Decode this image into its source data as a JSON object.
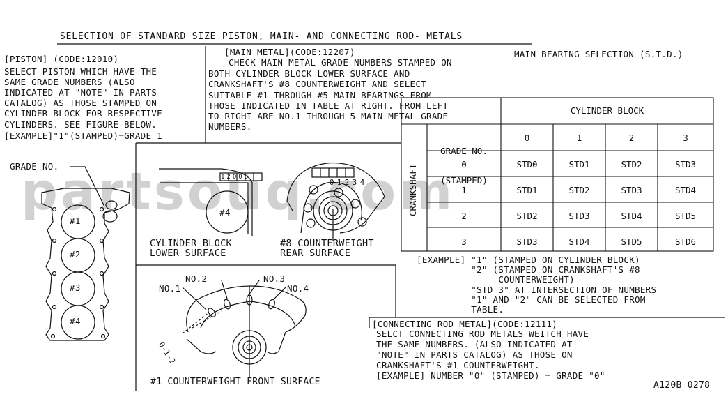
{
  "title": "SELECTION OF STANDARD SIZE PISTON, MAIN- AND CONNECTING ROD- METALS",
  "piston": {
    "heading": "[PISTON] (CODE:12010)",
    "lines": [
      "SELECT PISTON WHICH HAVE THE",
      "SAME GRADE NUMBERS (ALSO",
      "INDICATED AT \"NOTE\" IN PARTS",
      "CATALOG) AS THOSE STAMPED ON",
      "CYLINDER BLOCK FOR RESPECTIVE",
      "CYLINDERS. SEE FIGURE BELOW.",
      "[EXAMPLE]\"1\"(STAMPED)=GRADE 1"
    ],
    "grade_label": "GRADE NO.",
    "cyl_labels": [
      "#1",
      "#2",
      "#3",
      "#4"
    ]
  },
  "main_metal": {
    "heading": "[MAIN METAL](CODE:12207)",
    "lines": [
      "CHECK MAIN METAL GRADE NUMBERS STAMPED ON",
      "BOTH CYLINDER BLOCK LOWER SURFACE AND",
      "CRANKSHAFT'S #8 COUNTERWEIGHT AND SELECT",
      "SUITABLE #1 THROUGH #5 MAIN BEARINGS FROM",
      "THOSE INDICATED IN TABLE AT RIGHT. FROM LEFT",
      "TO RIGHT ARE NO.1 THROUGH 5 MAIN METAL GRADE",
      "NUMBERS."
    ]
  },
  "figures": {
    "stamp_block": "12008",
    "stamp_counterweight": [
      "0",
      "1",
      "2",
      "3",
      "4"
    ],
    "block_circle": "#4",
    "block_caption": [
      "CYLINDER BLOCK",
      "LOWER SURFACE"
    ],
    "cw8_caption": [
      "#8 COUNTERWEIGHT",
      "REAR SURFACE"
    ],
    "cw1_caption": "#1 COUNTERWEIGHT FRONT SURFACE",
    "no_labels": [
      "NO.1",
      "NO.2",
      "NO.3",
      "NO.4"
    ],
    "mark_012": "0-1-2"
  },
  "table": {
    "title": "MAIN BEARING SELECTION (S.T.D.)",
    "col_group": "CYLINDER BLOCK",
    "row_group": "CRANKSHAFT",
    "corner": [
      "GRADE NO.",
      "(STAMPED)"
    ],
    "col_headers": [
      "0",
      "1",
      "2",
      "3"
    ],
    "rows": [
      {
        "grade": "0",
        "cells": [
          "STD0",
          "STD1",
          "STD2",
          "STD3"
        ]
      },
      {
        "grade": "1",
        "cells": [
          "STD1",
          "STD2",
          "STD3",
          "STD4"
        ]
      },
      {
        "grade": "2",
        "cells": [
          "STD2",
          "STD3",
          "STD4",
          "STD5"
        ]
      },
      {
        "grade": "3",
        "cells": [
          "STD3",
          "STD4",
          "STD5",
          "STD6"
        ]
      }
    ]
  },
  "example": {
    "lines": [
      "[EXAMPLE] \"1\" (STAMPED ON CYLINDER BLOCK)",
      "          \"2\" (STAMPED ON CRANKSHAFT'S #8",
      "               COUNTERWEIGHT)",
      "          \"STD 3\" AT INTERSECTION OF NUMBERS",
      "          \"1\" AND \"2\" CAN BE SELECTED FROM",
      "          TABLE."
    ]
  },
  "conrod": {
    "heading": "[CONNECTING ROD METAL](CODE:12111)",
    "lines": [
      "SELCT CONNECTING ROD METALS WEITCH HAVE",
      "THE SAME NUMBERS. (ALSO INDICATED AT",
      "\"NOTE\" IN PARTS CATALOG) AS THOSE ON",
      "CRANKSHAFT'S #1 COUNTERWEIGHT.",
      "[EXAMPLE] NUMBER \"0\" (STAMPED) = GRADE \"0\""
    ]
  },
  "figure_id": "A120B 0278",
  "watermark": "partsouq.com"
}
